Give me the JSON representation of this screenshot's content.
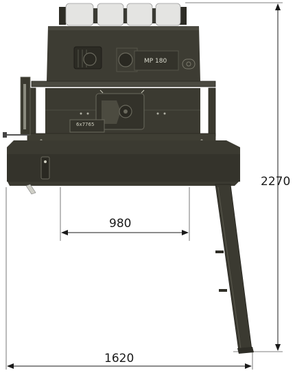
{
  "machine": {
    "model_label": "MP 180",
    "plate_label": "6x7765",
    "body_color": "#3b3a31",
    "body_dark": "#2a2922",
    "roll_color": "#e6e6e6"
  },
  "dimensions": {
    "height_value": "2270",
    "inner_width_value": "980",
    "total_width_value": "1620"
  }
}
